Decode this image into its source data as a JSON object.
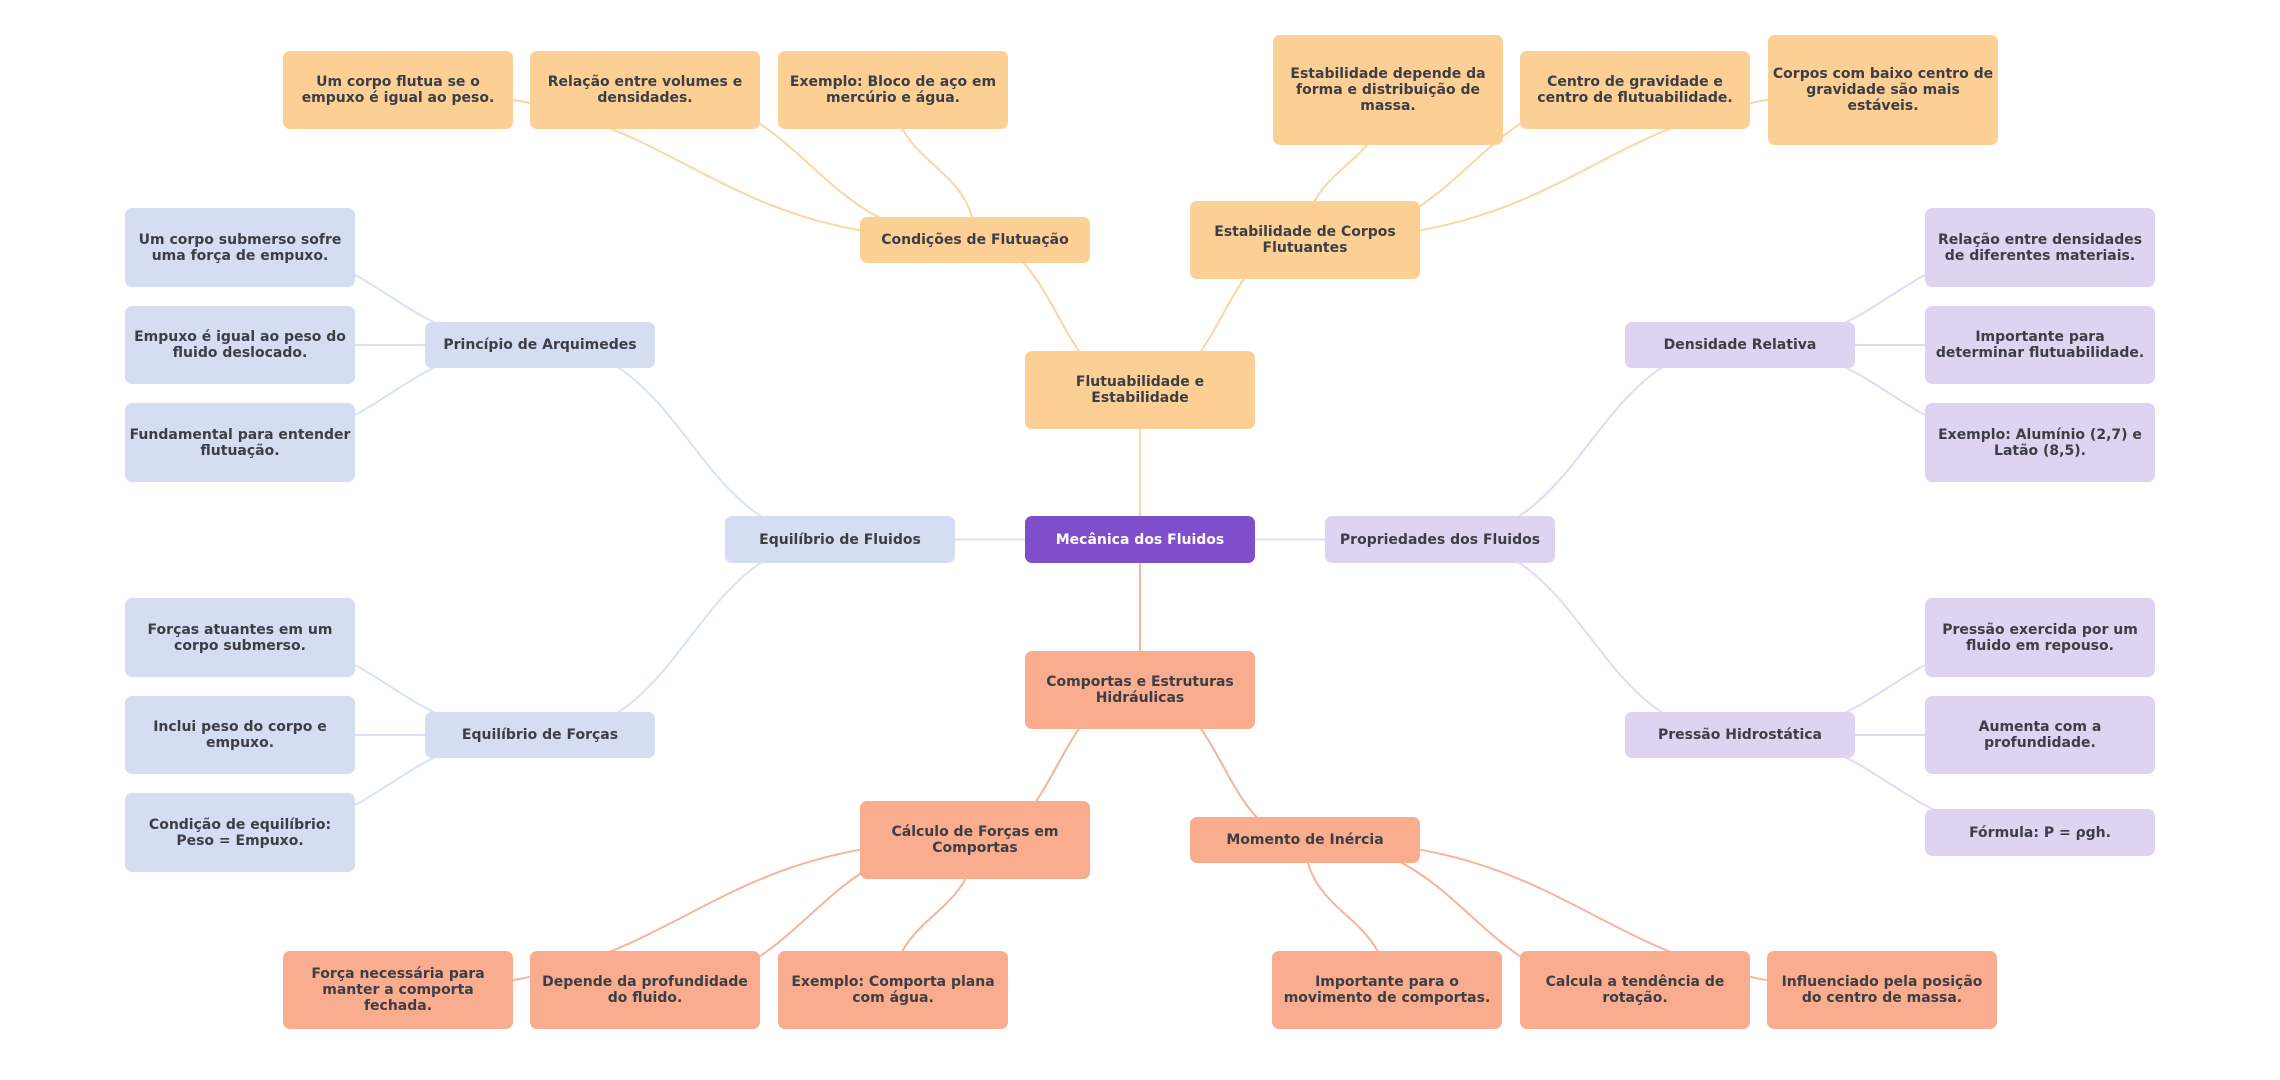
{
  "colors": {
    "root": "#7f4fcb",
    "flutuabilidade_branch": "#fcd094",
    "comportas_branch": "#f9ad8e",
    "equilibrio_branch": "#d5ddf2",
    "propriedades_branch": "#ded3f1",
    "text": "#3d3d45"
  },
  "root": {
    "label": "Mecânica dos Fluidos"
  },
  "branches": {
    "flutuabilidade": {
      "label": "Flutuabilidade e Estabilidade",
      "condicoes": {
        "label": "Condições de Flutuação",
        "leaves": [
          "Um corpo flutua se o empuxo é igual ao peso.",
          "Relação entre volumes e densidades.",
          "Exemplo: Bloco de aço em mercúrio e água."
        ]
      },
      "estabilidade": {
        "label": "Estabilidade de Corpos Flutuantes",
        "leaves": [
          "Estabilidade depende da forma e distribuição de massa.",
          "Centro de gravidade e centro de flutuabilidade.",
          "Corpos com baixo centro de gravidade são mais estáveis."
        ]
      }
    },
    "equilibrio": {
      "label": "Equilíbrio de Fluidos",
      "arquimedes": {
        "label": "Princípio de Arquimedes",
        "leaves": [
          "Um corpo submerso sofre uma força de empuxo.",
          "Empuxo é igual ao peso do fluido deslocado.",
          "Fundamental para entender flutuação."
        ]
      },
      "forcas": {
        "label": "Equilíbrio de Forças",
        "leaves": [
          "Forças atuantes em um corpo submerso.",
          "Inclui peso do corpo e empuxo.",
          "Condição de equilíbrio: Peso = Empuxo."
        ]
      }
    },
    "propriedades": {
      "label": "Propriedades dos Fluidos",
      "densidade": {
        "label": "Densidade Relativa",
        "leaves": [
          "Relação entre densidades de diferentes materiais.",
          "Importante para determinar flutuabilidade.",
          "Exemplo: Alumínio (2,7) e Latão (8,5)."
        ]
      },
      "pressao": {
        "label": "Pressão Hidrostática",
        "leaves": [
          "Pressão exercida por um fluido em repouso.",
          "Aumenta com a profundidade.",
          "Fórmula: P = ρgh."
        ]
      }
    },
    "comportas": {
      "label": "Comportas e Estruturas Hidráulicas",
      "calculo": {
        "label": "Cálculo de Forças em Comportas",
        "leaves": [
          "Força necessária para manter a comporta fechada.",
          "Depende da profundidade do fluido.",
          "Exemplo: Comporta plana com água."
        ]
      },
      "momento": {
        "label": "Momento de Inércia",
        "leaves": [
          "Importante para o movimento de comportas.",
          "Calcula a tendência de rotação.",
          "Influenciado pela posição do centro de massa."
        ]
      }
    }
  }
}
